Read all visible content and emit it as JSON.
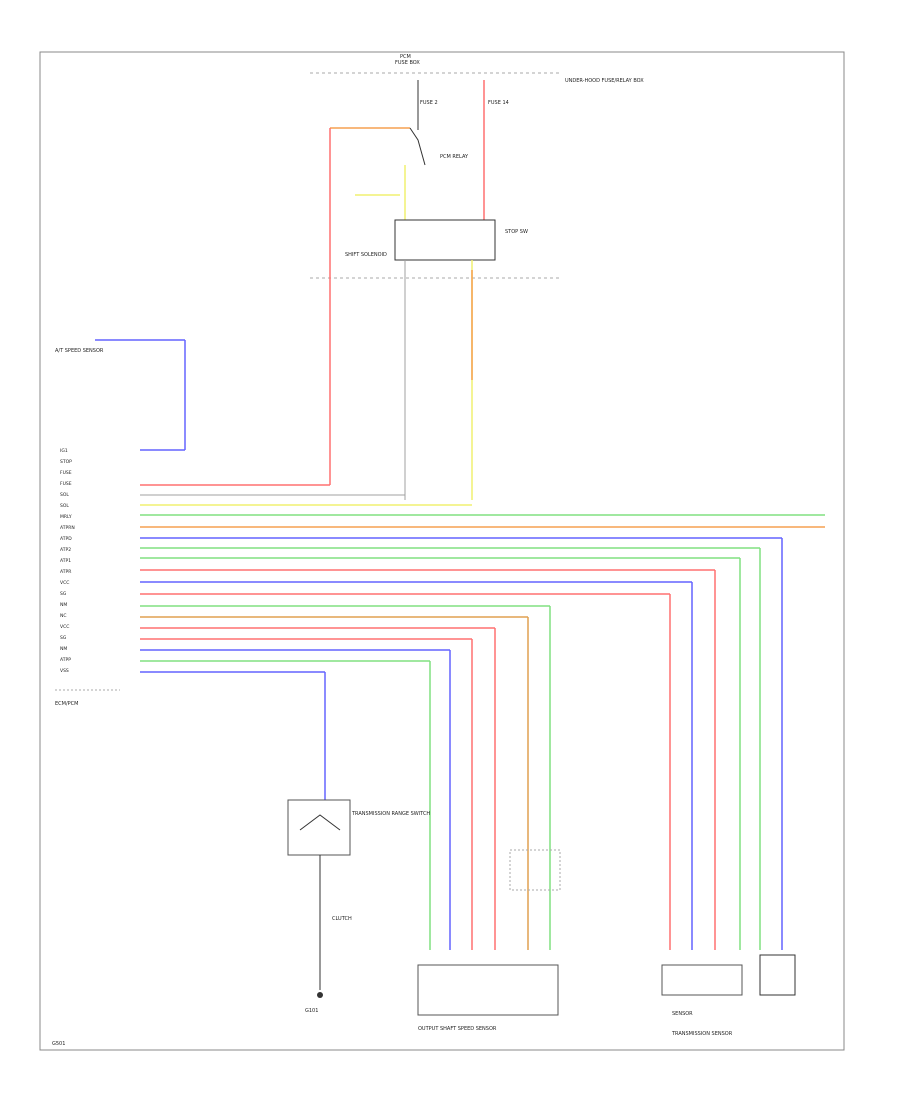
{
  "colors": {
    "red": "#ff7070",
    "orange": "#f5a050",
    "yellow": "#f0f070",
    "green": "#80e080",
    "blue": "#6464ff",
    "pink": "#ff8080",
    "brown": "#e0a050",
    "gray": "#a0a0a0",
    "black": "#333333",
    "frame": "#888888"
  },
  "labels": {
    "fuse_box_title": "PCM",
    "fuse_box_sub": "FUSE BOX",
    "fuse_box_note": "UNDER-HOOD FUSE/RELAY BOX",
    "fuse_a": "FUSE 2",
    "fuse_b": "FUSE 14",
    "pcm_relay": "PCM RELAY",
    "brake_relay": "STOP SW",
    "shift_solenoid": "SHIFT SOLENOID",
    "ecm": "ECM/PCM",
    "ecm_note": "ECM/PCM",
    "trans_range": "TRANSMISSION RANGE SWITCH",
    "sensor_right": "SENSOR",
    "sensor_right_title": "TRANSMISSION SENSOR",
    "output_speed": "OUTPUT SHAFT SPEED SENSOR",
    "clutch": "CLUTCH",
    "ground": "G101",
    "footer_code": "G501"
  },
  "connector_pins": [
    "IG1",
    "STOP",
    "FUSE",
    "FUSE",
    "SOL",
    "SOL",
    "MRLY",
    "ATPRN",
    "ATPD",
    "ATP2",
    "ATP1",
    "ATPR",
    "VCC",
    "SG",
    "NM",
    "NC",
    "VCC",
    "SG",
    "NM",
    "ATPP",
    "VSS"
  ]
}
